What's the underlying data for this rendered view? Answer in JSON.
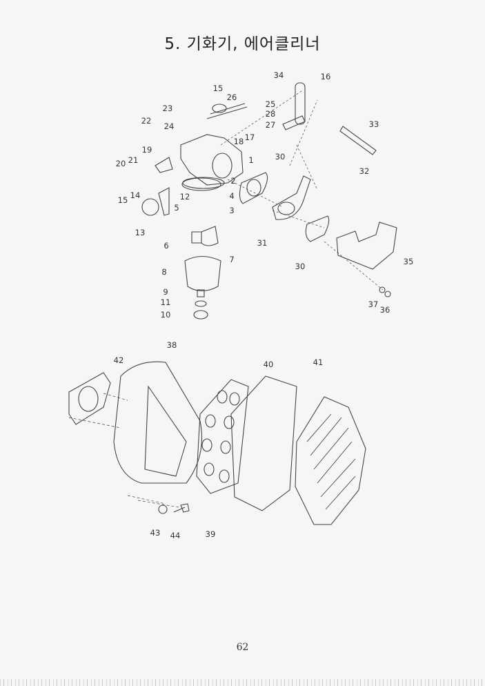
{
  "title": "5. 기화기, 에어클리너",
  "page_number": "62",
  "labels": [
    "34",
    "16",
    "15",
    "26",
    "23",
    "25",
    "28",
    "22",
    "24",
    "27",
    "17",
    "18",
    "33",
    "19",
    "30",
    "1",
    "21",
    "20",
    "32",
    "2",
    "12",
    "4",
    "14",
    "15",
    "5",
    "3",
    "13",
    "31",
    "6",
    "7",
    "35",
    "30",
    "8",
    "9",
    "11",
    "37",
    "36",
    "10",
    "38",
    "42",
    "40",
    "41",
    "43",
    "44",
    "39"
  ]
}
